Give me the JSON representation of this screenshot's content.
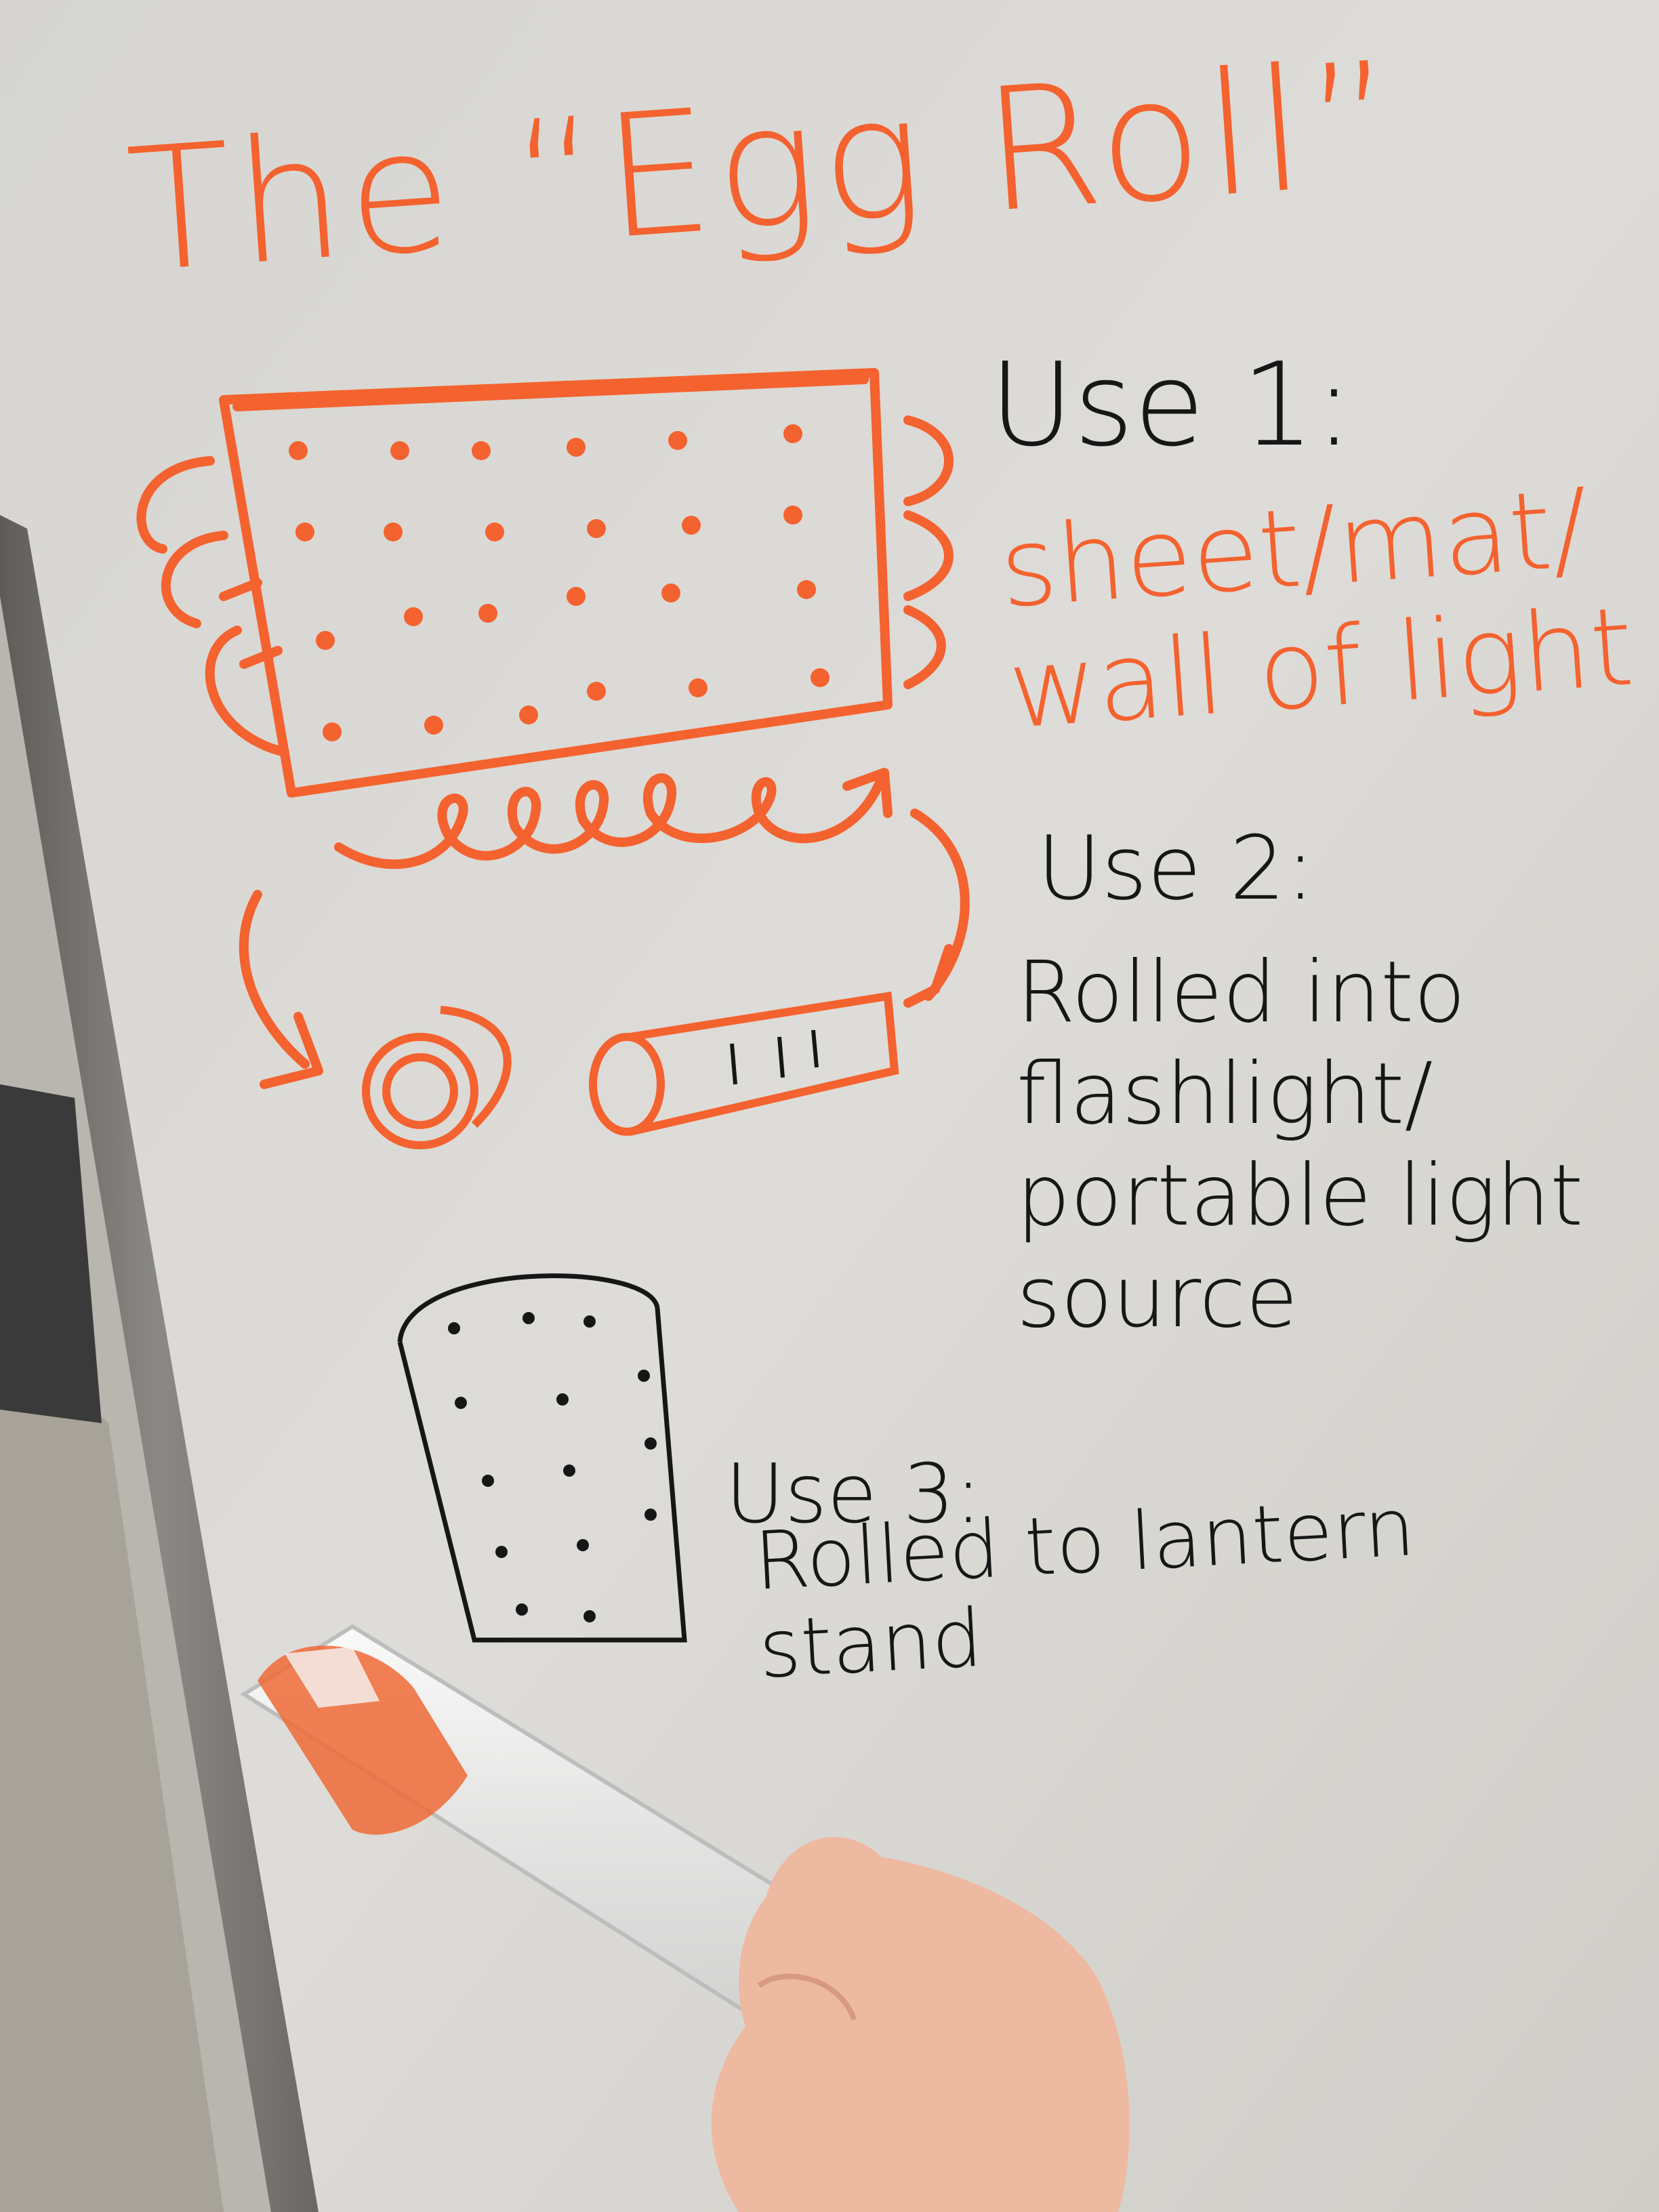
{
  "title": "The “Egg Roll”",
  "use1": {
    "label": "Use 1:",
    "description": "sheet/mat/\nwall of light"
  },
  "use2": {
    "label": "Use 2:",
    "description": "Rolled into\nflashlight/\nportable light\nsource"
  },
  "use3": {
    "label": "Use 3:",
    "description": "Rolled to lantern\nstand"
  },
  "colors": {
    "whiteboard": "#d9d8d3",
    "orange_marker": "#f4622f",
    "black_marker": "#161616",
    "frame": "#6f6d69",
    "floor": "#a9a59c",
    "skin": "#eeb9a1"
  }
}
